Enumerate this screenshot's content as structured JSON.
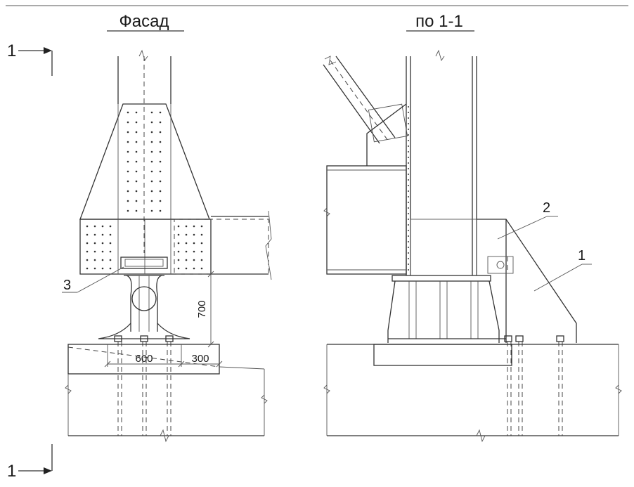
{
  "titles": {
    "facade": "Фасад",
    "section": "по 1-1"
  },
  "section_marks": {
    "top": "1",
    "bottom": "1"
  },
  "callouts": {
    "c1": "1",
    "c2": "2",
    "c3": "3"
  },
  "dimensions": {
    "d700": "700",
    "d600": "600",
    "d300": "300"
  }
}
